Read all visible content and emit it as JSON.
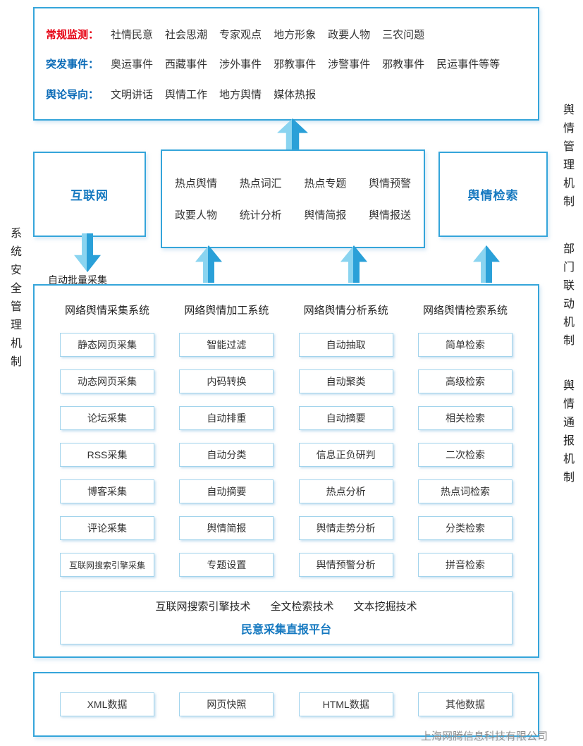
{
  "side_labels": {
    "left": "系统安全管理机制",
    "right_top": "舆情管理机制",
    "right_middle": "部门联动机制",
    "right_bottom": "舆情通报机制"
  },
  "top_panel": {
    "rows": [
      {
        "label": "常规监测：",
        "label_color": "#e60012",
        "items": [
          "社情民意",
          "社会思潮",
          "专家观点",
          "地方形象",
          "政要人物",
          "三农问题"
        ]
      },
      {
        "label": "突发事件：",
        "label_color": "#0b6bb7",
        "items": [
          "奥运事件",
          "西藏事件",
          "涉外事件",
          "邪教事件",
          "涉警事件",
          "邪教事件",
          "民运事件等等"
        ]
      },
      {
        "label": "舆论导向：",
        "label_color": "#0b6bb7",
        "items": [
          "文明讲话",
          "舆情工作",
          "地方舆情",
          "媒体热报"
        ]
      }
    ]
  },
  "middle": {
    "internet_label": "互联网",
    "retrieval_label": "舆情检索",
    "auto_collect_label": "自动批量采集",
    "hub_rows": [
      [
        "热点舆情",
        "热点词汇",
        "热点专题",
        "舆情预警"
      ],
      [
        "政要人物",
        "统计分析",
        "舆情简报",
        "舆情报送"
      ]
    ]
  },
  "main": {
    "columns": [
      {
        "title": "网络舆情采集系统",
        "items": [
          "静态网页采集",
          "动态网页采集",
          "论坛采集",
          "RSS采集",
          "博客采集",
          "评论采集",
          "互联网搜索引擎采集"
        ]
      },
      {
        "title": "网络舆情加工系统",
        "items": [
          "智能过滤",
          "内码转换",
          "自动排重",
          "自动分类",
          "自动摘要",
          "舆情简报",
          "专题设置"
        ]
      },
      {
        "title": "网络舆情分析系统",
        "items": [
          "自动抽取",
          "自动聚类",
          "自动摘要",
          "信息正负研判",
          "热点分析",
          "舆情走势分析",
          "舆情预警分析"
        ]
      },
      {
        "title": "网络舆情检索系统",
        "items": [
          "简单检索",
          "高级检索",
          "相关检索",
          "二次检索",
          "热点词检索",
          "分类检索",
          "拼音检索"
        ]
      }
    ],
    "tech_box": {
      "technologies": [
        "互联网搜索引擎技术",
        "全文检索技术",
        "文本挖掘技术"
      ],
      "platform": "民意采集直报平台"
    }
  },
  "bottom_panel": {
    "items": [
      "XML数据",
      "网页快照",
      "HTML数据",
      "其他数据"
    ]
  },
  "footer": {
    "company": "上海网腾信息科技有限公司"
  },
  "colors": {
    "panel_border": "#35a5da",
    "item_border": "#a3d4ec",
    "accent_blue": "#1679c0",
    "label_red": "#e60012",
    "label_blue": "#0b6bb7",
    "arrow_light": "#8ad4f0",
    "arrow_dark": "#2aa0d8"
  }
}
